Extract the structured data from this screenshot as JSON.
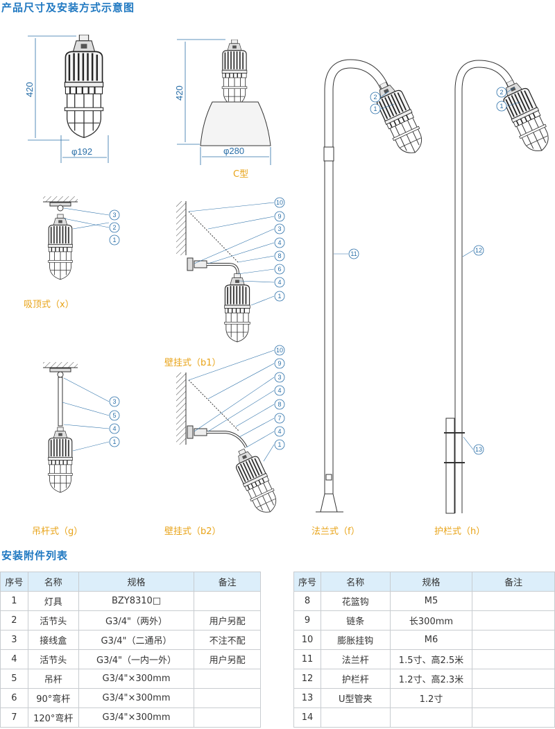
{
  "titles": {
    "diagram": "产品尺寸及安装方式示意图",
    "table": "安装附件列表"
  },
  "dimensions": {
    "height_a": "420",
    "width_a": "φ192",
    "height_c": "420",
    "width_c": "φ280",
    "c_type": "C型"
  },
  "labels": {
    "x": "吸顶式（x）",
    "b1": "壁挂式（b1）",
    "g": "吊杆式（g）",
    "b2": "壁挂式（b2）",
    "f": "法兰式（f）",
    "h": "护栏式（h）"
  },
  "callouts": {
    "x": [
      "3",
      "2",
      "1"
    ],
    "b1": [
      "10",
      "9",
      "3",
      "4",
      "8",
      "6",
      "4",
      "1"
    ],
    "g": [
      "3",
      "5",
      "4",
      "1"
    ],
    "b2": [
      "10",
      "9",
      "3",
      "4",
      "8",
      "7",
      "4",
      "1"
    ],
    "f": [
      "2",
      "1",
      "11"
    ],
    "h": [
      "2",
      "1",
      "12",
      "13"
    ]
  },
  "table": {
    "headers": [
      "序号",
      "名称",
      "规格",
      "备注"
    ],
    "left": [
      [
        "1",
        "灯具",
        "BZY8310□",
        ""
      ],
      [
        "2",
        "活节头",
        "G3/4\"（两外）",
        "用户另配"
      ],
      [
        "3",
        "接线盒",
        "G3/4\"（二通吊）",
        "不注不配"
      ],
      [
        "4",
        "活节头",
        "G3/4\"（一内一外）",
        "用户另配"
      ],
      [
        "5",
        "吊杆",
        "G3/4\"×300mm",
        ""
      ],
      [
        "6",
        "90°弯杆",
        "G3/4\"×300mm",
        ""
      ],
      [
        "7",
        "120°弯杆",
        "G3/4\"×300mm",
        ""
      ]
    ],
    "right": [
      [
        "8",
        "花篮钩",
        "M5",
        ""
      ],
      [
        "9",
        "链条",
        "长300mm",
        ""
      ],
      [
        "10",
        "膨胀挂钩",
        "M6",
        ""
      ],
      [
        "11",
        "法兰杆",
        "1.5寸、高2.5米",
        ""
      ],
      [
        "12",
        "护栏杆",
        "1.2寸、高2.3米",
        ""
      ],
      [
        "13",
        "U型管夹",
        "1.2寸",
        ""
      ],
      [
        "14",
        "",
        "",
        ""
      ]
    ]
  },
  "colors": {
    "title": "#1f78c1",
    "label": "#e8a317",
    "line": "#2a6fa8"
  }
}
